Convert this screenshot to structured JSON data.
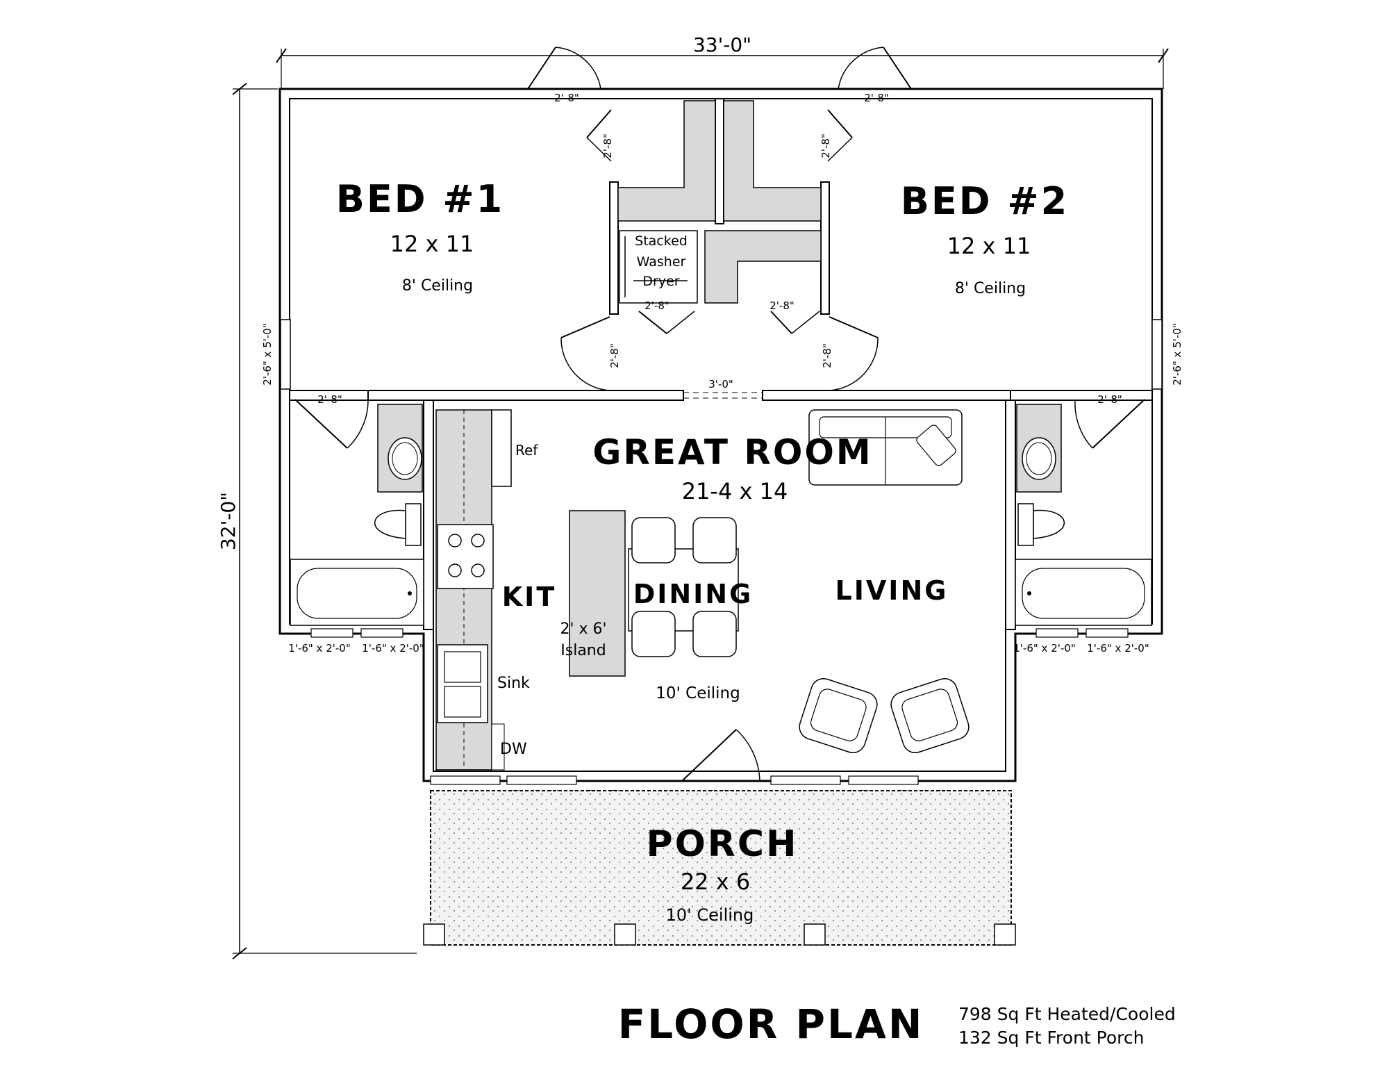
{
  "title": "FLOOR PLAN",
  "stats": [
    "798 Sq Ft Heated/Cooled",
    "132 Sq Ft Front Porch"
  ],
  "overall": {
    "width": "33'-0\"",
    "depth": "32'-0\""
  },
  "rooms": {
    "bed1": {
      "name": "BED #1",
      "size": "12 x 11",
      "ceiling": "8' Ceiling"
    },
    "bed2": {
      "name": "BED #2",
      "size": "12 x 11",
      "ceiling": "8' Ceiling"
    },
    "great": {
      "name": "GREAT ROOM",
      "size": "21-4 x 14",
      "ceiling": "10' Ceiling"
    },
    "kit": "KIT",
    "dining": "DINING",
    "living": "LIVING",
    "porch": {
      "name": "PORCH",
      "size": "22 x 6",
      "ceiling": "10' Ceiling"
    }
  },
  "fixtures": {
    "laundry": [
      "Stacked",
      "Washer",
      "Dryer"
    ],
    "ref": "Ref",
    "sink": "Sink",
    "dw": "DW",
    "island": [
      "2' x 6'",
      "Island"
    ]
  },
  "dims": {
    "door": "2'-8\"",
    "main_door": "3'-0\"",
    "side_window": "2'-6\" x 5'-0\"",
    "bath_window": "1'-6\" x 2'-0\"",
    "front_window": "2'-6\" x 5'-0\""
  }
}
